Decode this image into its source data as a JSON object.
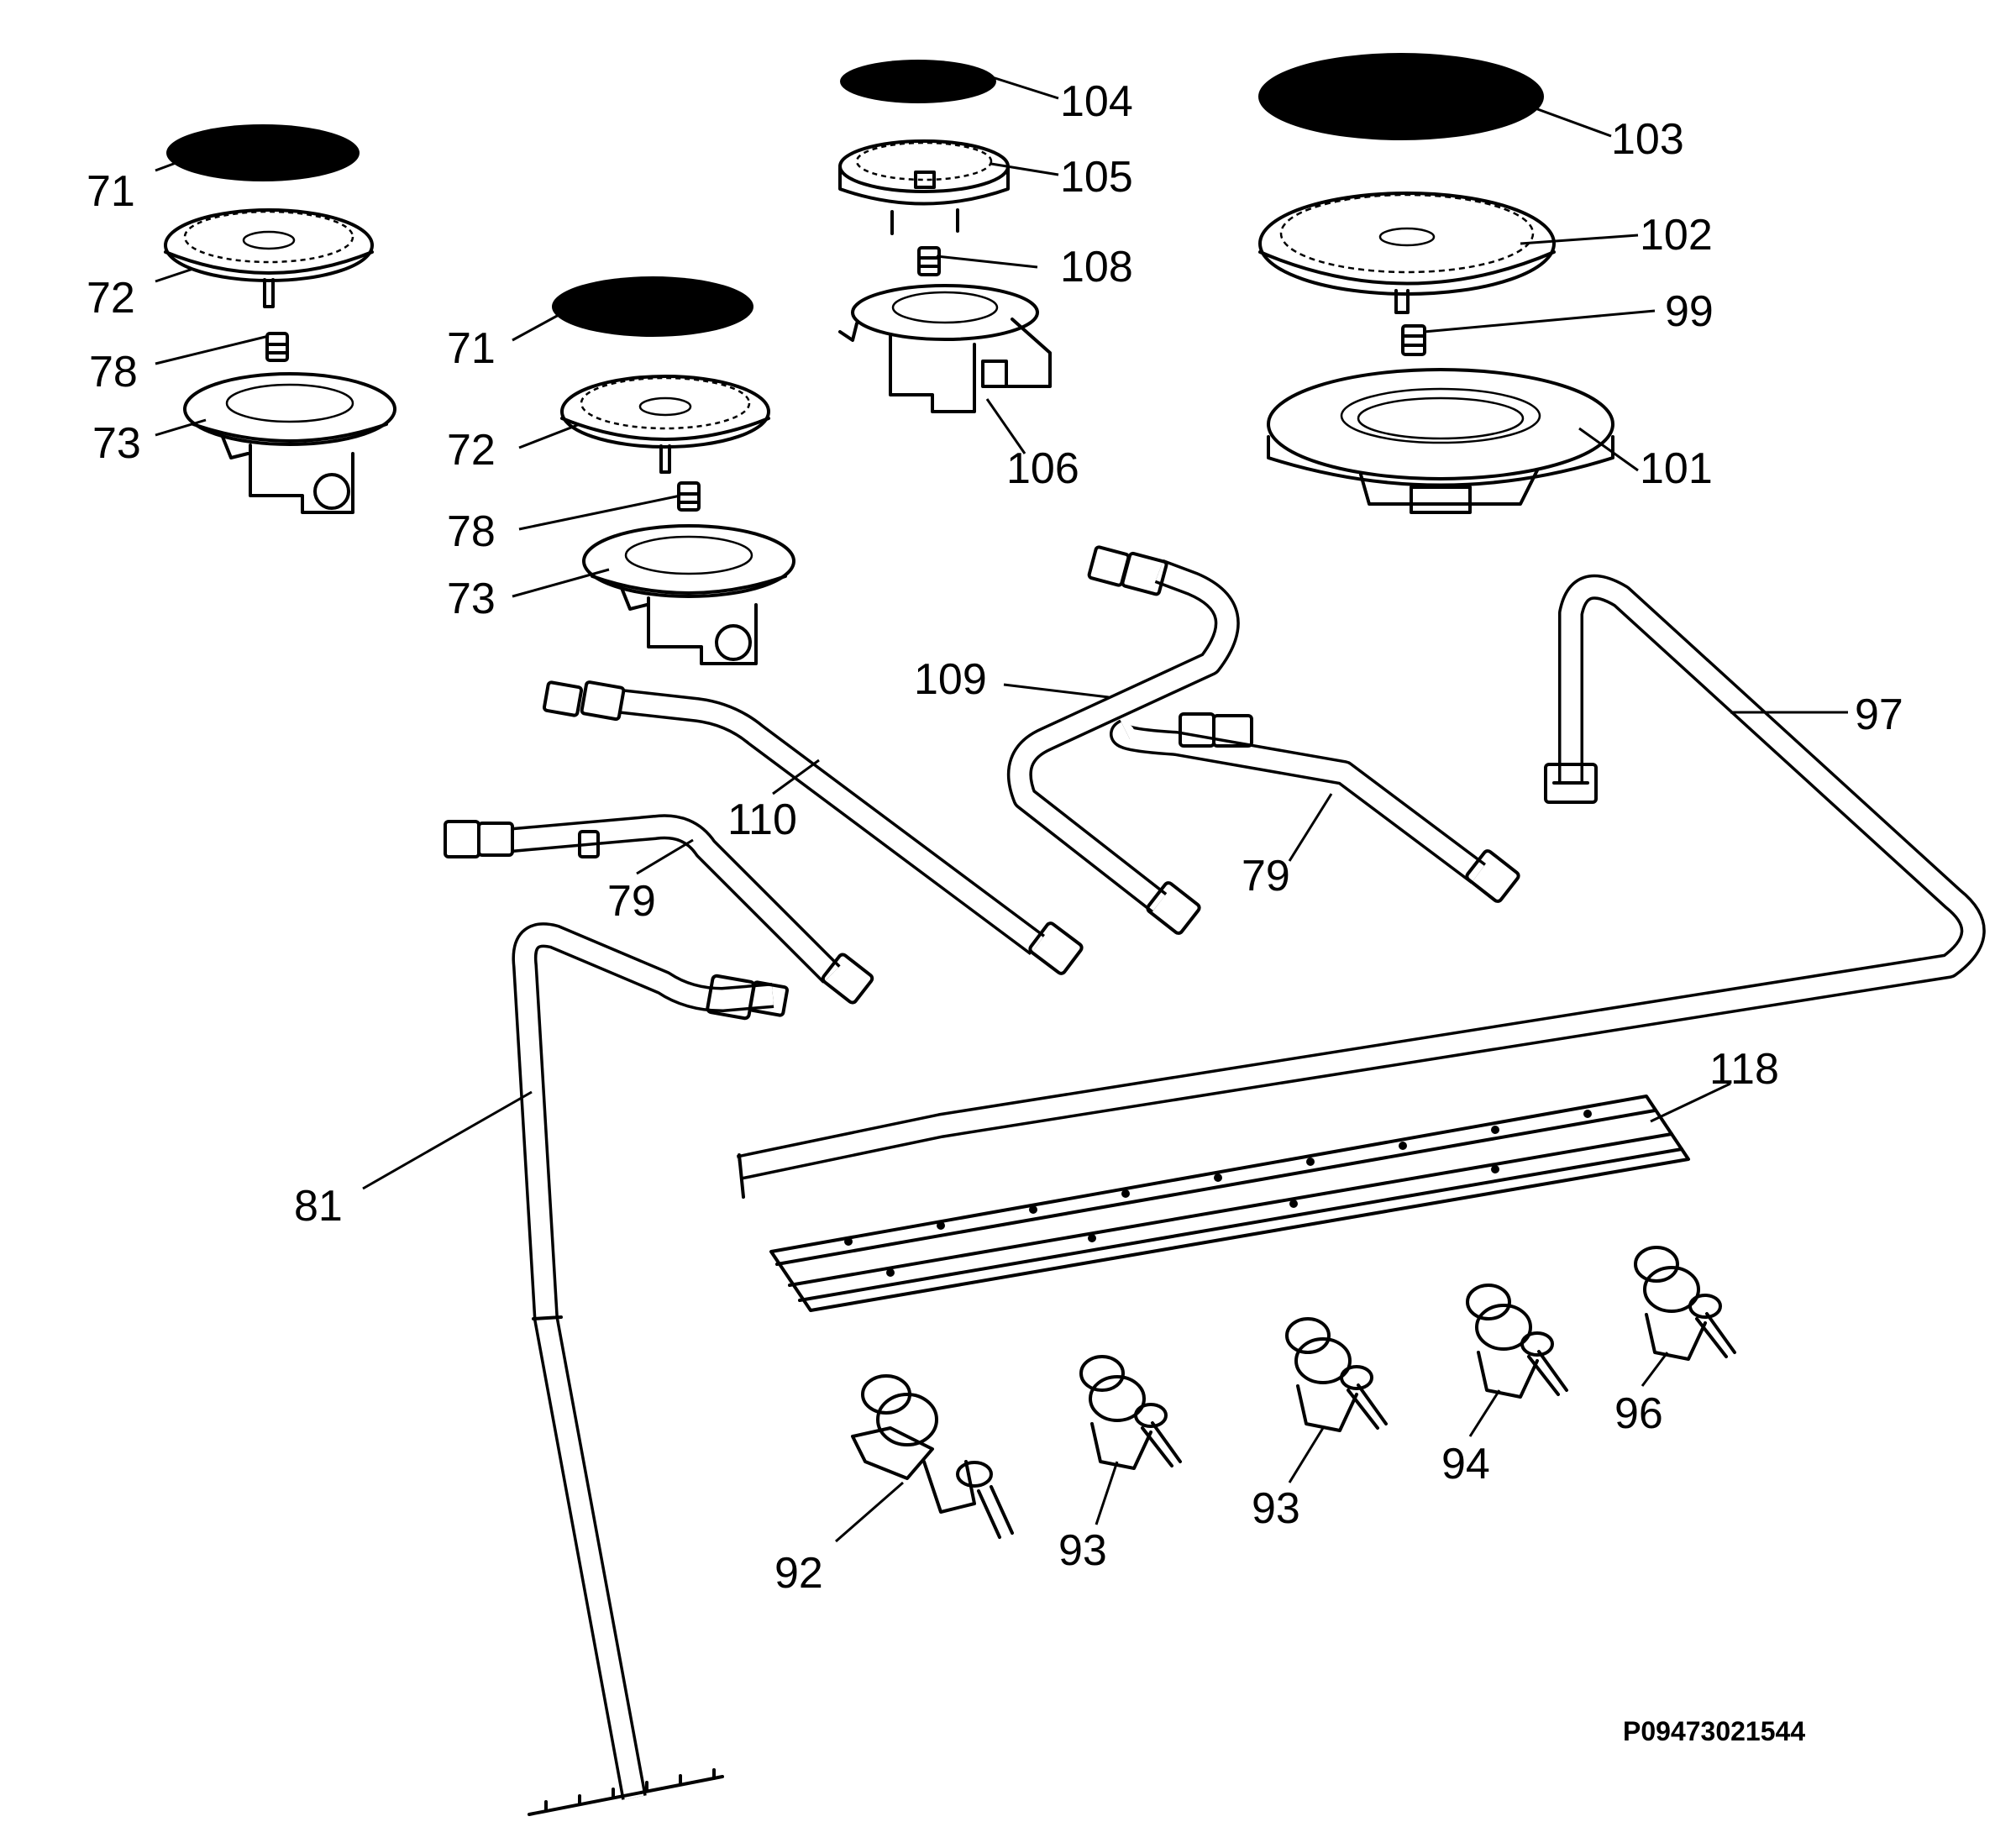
{
  "labels": [
    {
      "id": "cap-71-a",
      "text": "71"
    },
    {
      "id": "spreader-72-a",
      "text": "72"
    },
    {
      "id": "injector-78-a",
      "text": "78"
    },
    {
      "id": "body-73-a",
      "text": "73"
    },
    {
      "id": "cap-71-b",
      "text": "71"
    },
    {
      "id": "spreader-72-b",
      "text": "72"
    },
    {
      "id": "injector-78-b",
      "text": "78"
    },
    {
      "id": "body-73-b",
      "text": "73"
    },
    {
      "id": "cap-104",
      "text": "104"
    },
    {
      "id": "spreader-105",
      "text": "105"
    },
    {
      "id": "injector-108",
      "text": "108"
    },
    {
      "id": "body-106",
      "text": "106"
    },
    {
      "id": "cap-103",
      "text": "103"
    },
    {
      "id": "spreader-102",
      "text": "102"
    },
    {
      "id": "injector-99",
      "text": "99"
    },
    {
      "id": "body-101",
      "text": "101"
    },
    {
      "id": "pipe-109",
      "text": "109"
    },
    {
      "id": "pipe-110",
      "text": "110"
    },
    {
      "id": "pipe-79-a",
      "text": "79"
    },
    {
      "id": "pipe-79-b",
      "text": "79"
    },
    {
      "id": "pipe-97",
      "text": "97"
    },
    {
      "id": "pipe-81",
      "text": "81"
    },
    {
      "id": "rail-118",
      "text": "118"
    },
    {
      "id": "tap-92",
      "text": "92"
    },
    {
      "id": "tap-93-a",
      "text": "93"
    },
    {
      "id": "tap-93-b",
      "text": "93"
    },
    {
      "id": "tap-94",
      "text": "94"
    },
    {
      "id": "tap-96",
      "text": "96"
    }
  ],
  "reference": "P09473021544"
}
